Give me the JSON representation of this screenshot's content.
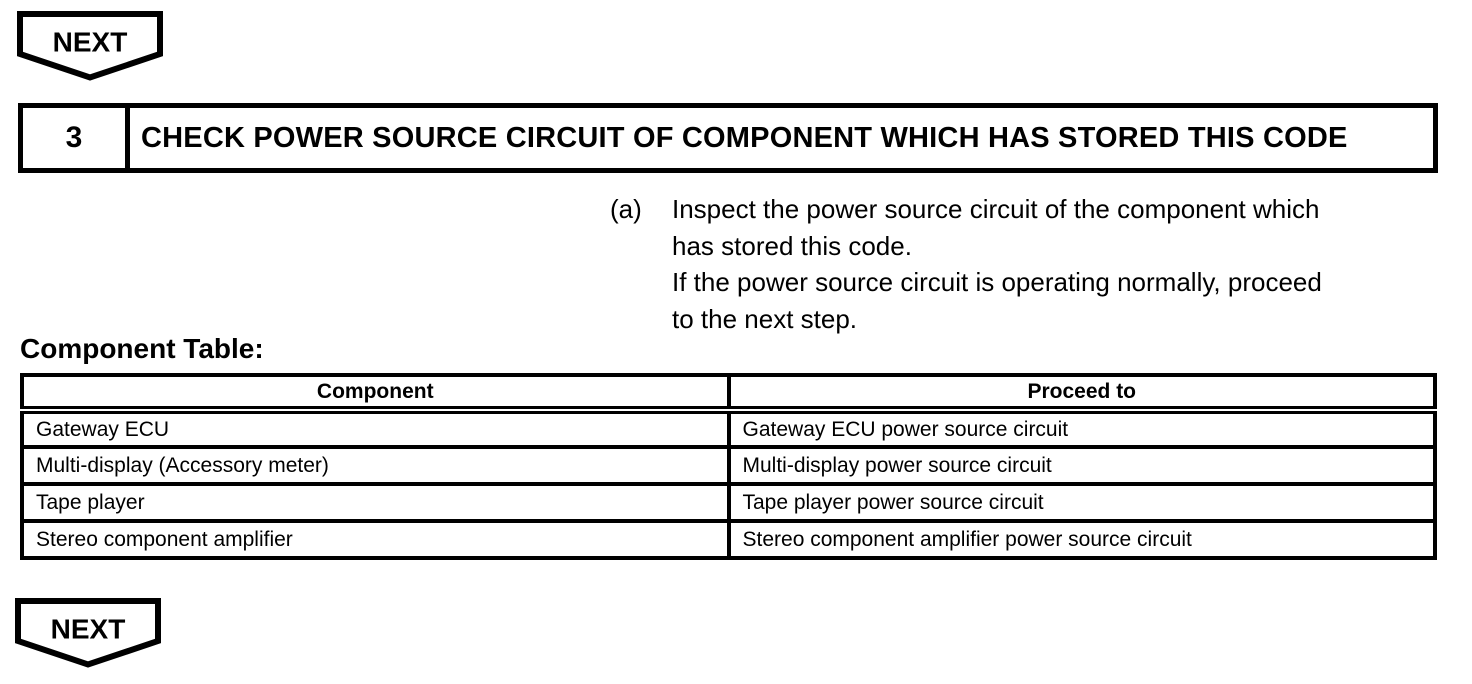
{
  "page": {
    "background": "#ffffff",
    "ink": "#000000"
  },
  "nav": {
    "next_top_label": "NEXT",
    "next_bottom_label": "NEXT"
  },
  "step": {
    "number": "3",
    "title": "CHECK POWER SOURCE CIRCUIT OF COMPONENT WHICH HAS STORED THIS CODE"
  },
  "instruction": {
    "marker": "(a)",
    "lines": [
      "Inspect the power source circuit of the component which",
      "has stored this code.",
      "If the power source circuit is operating normally, proceed",
      "to the next step."
    ]
  },
  "component_table": {
    "heading": "Component Table:",
    "columns": [
      "Component",
      "Proceed to"
    ],
    "rows": [
      [
        "Gateway ECU",
        "Gateway ECU power source circuit"
      ],
      [
        "Multi-display (Accessory meter)",
        "Multi-display power source circuit"
      ],
      [
        "Tape player",
        "Tape player power source circuit"
      ],
      [
        "Stereo component amplifier",
        "Stereo component amplifier power source circuit"
      ]
    ]
  }
}
